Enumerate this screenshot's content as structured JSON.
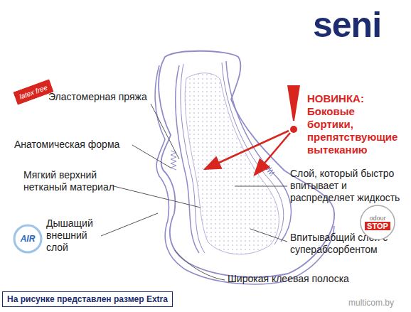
{
  "diagram": {
    "nodes": [
      {
        "text": [
          "latex free"
        ]
      },
      {
        "text": [
          "odour",
          "STOP"
        ]
      },
      {
        "text": [
          "AIR"
        ]
      },
      {
        "text": [
          "На рисунке представлен размер Extra"
        ]
      }
    ],
    "labels": [
      "seni",
      "НОВИНКА: Боковые бортики, препятствующие вытеканию",
      "Эластомерная пряжа",
      "Анатомическая форма",
      "Мягкий верхний нетканый материал",
      "Слой, который быстро впитывает и распределяет жидкость",
      "Дышащий внешний слой",
      "Впитывабщий слой с суперабсорбентом",
      "Широкая клеевая полоска",
      "multicom.by"
    ]
  }
}
